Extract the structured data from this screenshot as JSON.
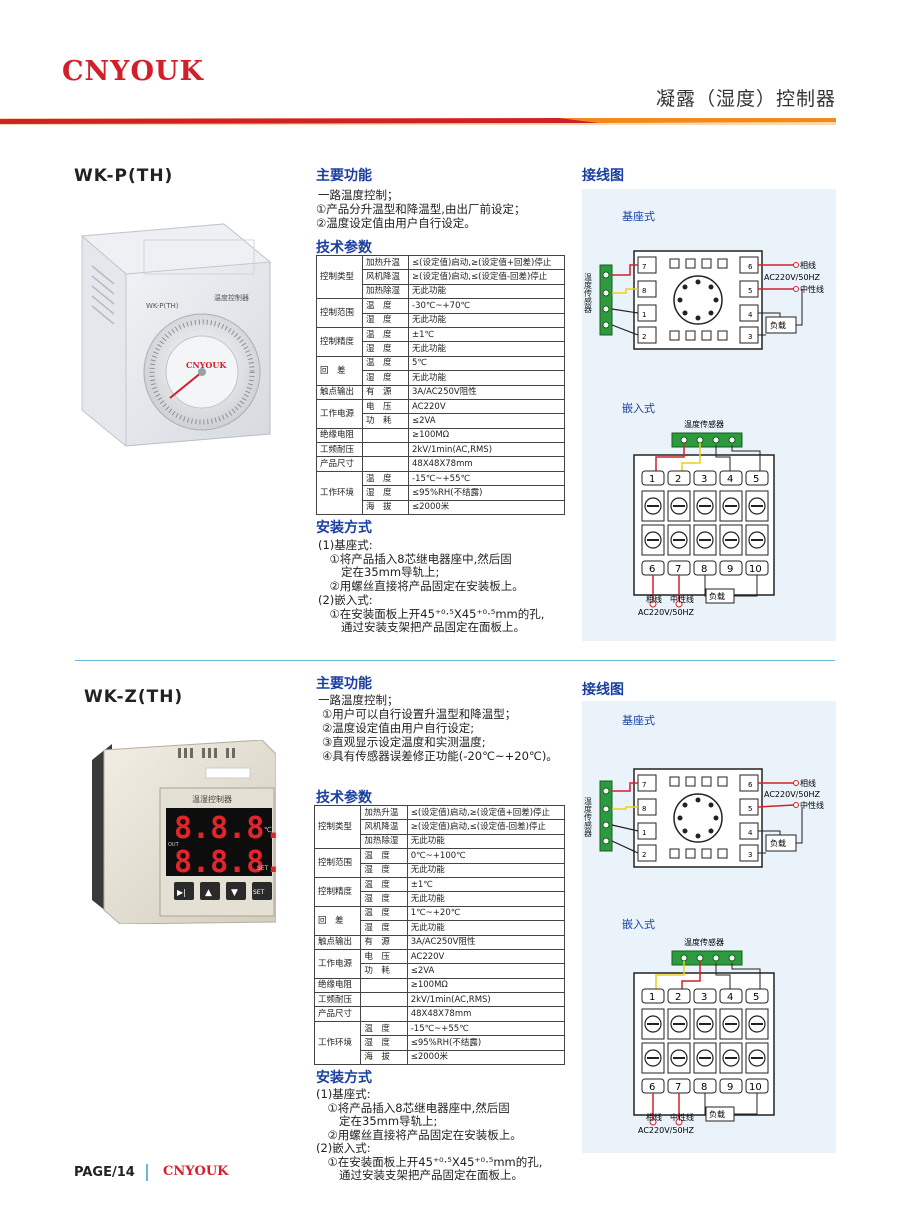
{
  "header": {
    "brand": "CNYOUK",
    "title": "凝露（湿度）控制器"
  },
  "colors": {
    "brand_red": "#d2202a",
    "heading_blue": "#1a3fa0",
    "panel_bg": "#e9f3f9",
    "rule_orange": "#f08a1a"
  },
  "products": [
    {
      "model": "WK-P(TH)",
      "functions_heading": "主要功能",
      "functions": [
        "一路温度控制；",
        "①产品分升温型和降温型,由出厂前设定；",
        "②温度设定值由用户自行设定。"
      ],
      "specs_heading": "技术参数",
      "specs": [
        {
          "cat": "控制类型",
          "sub": "加热升温",
          "val": "≤(设定值)启动,≥(设定值+回差)停止"
        },
        {
          "cat": "",
          "sub": "风机降温",
          "val": "≥(设定值)启动,≤(设定值-回差)停止"
        },
        {
          "cat": "",
          "sub": "加热除湿",
          "val": "无此功能"
        },
        {
          "cat": "控制范围",
          "sub": "温　度",
          "val": "-30℃~+70℃"
        },
        {
          "cat": "",
          "sub": "湿　度",
          "val": "无此功能"
        },
        {
          "cat": "控制精度",
          "sub": "温　度",
          "val": "±1℃"
        },
        {
          "cat": "",
          "sub": "湿　度",
          "val": "无此功能"
        },
        {
          "cat": "回　差",
          "sub": "温　度",
          "val": "5℃"
        },
        {
          "cat": "",
          "sub": "湿　度",
          "val": "无此功能"
        },
        {
          "cat": "触点输出",
          "sub": "有　源",
          "val": "3A/AC250V阻性"
        },
        {
          "cat": "工作电源",
          "sub": "电　压",
          "val": "AC220V"
        },
        {
          "cat": "",
          "sub": "功　耗",
          "val": "≤2VA"
        },
        {
          "cat": "绝缘电阻",
          "sub": "",
          "val": "≥100MΩ"
        },
        {
          "cat": "工频耐压",
          "sub": "",
          "val": "2kV/1min(AC,RMS)"
        },
        {
          "cat": "产品尺寸",
          "sub": "",
          "val": "48X48X78mm"
        },
        {
          "cat": "工作环境",
          "sub": "温　度",
          "val": "-15℃~+55℃"
        },
        {
          "cat": "",
          "sub": "湿　度",
          "val": "≤95%RH(不结露)"
        },
        {
          "cat": "",
          "sub": "海　拔",
          "val": "≤2000米"
        }
      ],
      "install_heading": "安装方式",
      "install": [
        "(1)基座式:",
        "　①将产品插入8芯继电器座中,然后固",
        "　　定在35mm导轨上;",
        "　②用螺丝直接将产品固定在安装板上。",
        "(2)嵌入式:",
        "　①在安装面板上开45⁺⁰·⁵X45⁺⁰·⁵mm的孔,",
        "　　通过安装支架把产品固定在面板上。"
      ],
      "device_text": {
        "model": "WK-P(TH)",
        "label": "温度控制器",
        "brand": "CNYOUK"
      }
    },
    {
      "model": "WK-Z(TH)",
      "functions_heading": "主要功能",
      "functions": [
        "一路温度控制；",
        "①用户可以自行设置升温型和降温型；",
        "②温度设定值由用户自行设定;",
        "③直观显示设定温度和实测温度;",
        "④具有传感器误差修正功能(-20℃~+20℃)。"
      ],
      "specs_heading": "技术参数",
      "specs": [
        {
          "cat": "控制类型",
          "sub": "加热升温",
          "val": "≤(设定值)启动,≥(设定值+回差)停止"
        },
        {
          "cat": "",
          "sub": "风机降温",
          "val": "≥(设定值)启动,≤(设定值-回差)停止"
        },
        {
          "cat": "",
          "sub": "加热除湿",
          "val": "无此功能"
        },
        {
          "cat": "控制范围",
          "sub": "温　度",
          "val": "0℃~+100℃"
        },
        {
          "cat": "",
          "sub": "湿　度",
          "val": "无此功能"
        },
        {
          "cat": "控制精度",
          "sub": "温　度",
          "val": "±1℃"
        },
        {
          "cat": "",
          "sub": "湿　度",
          "val": "无此功能"
        },
        {
          "cat": "回　差",
          "sub": "温　度",
          "val": "1℃~+20℃"
        },
        {
          "cat": "",
          "sub": "湿　度",
          "val": "无此功能"
        },
        {
          "cat": "触点输出",
          "sub": "有　源",
          "val": "3A/AC250V阻性"
        },
        {
          "cat": "工作电源",
          "sub": "电　压",
          "val": "AC220V"
        },
        {
          "cat": "",
          "sub": "功　耗",
          "val": "≤2VA"
        },
        {
          "cat": "绝缘电阻",
          "sub": "",
          "val": "≥100MΩ"
        },
        {
          "cat": "工频耐压",
          "sub": "",
          "val": "2kV/1min(AC,RMS)"
        },
        {
          "cat": "产品尺寸",
          "sub": "",
          "val": "48X48X78mm"
        },
        {
          "cat": "工作环境",
          "sub": "温　度",
          "val": "-15℃~+55℃"
        },
        {
          "cat": "",
          "sub": "湿　度",
          "val": "≤95%RH(不结露)"
        },
        {
          "cat": "",
          "sub": "海　拔",
          "val": "≤2000米"
        }
      ],
      "install_heading": "安装方式",
      "install": [
        "(1)基座式:",
        "　①将产品插入8芯继电器座中,然后固",
        "　　定在35mm导轨上;",
        "　②用螺丝直接将产品固定在安装板上。",
        "(2)嵌入式:",
        "　①在安装面板上开45⁺⁰·⁵X45⁺⁰·⁵mm的孔,",
        "　　通过安装支架把产品固定在面板上。"
      ],
      "device_text": {
        "label": "温湿控制器",
        "display_top": "8.8.8.",
        "display_bottom": "8.8.8.",
        "out": "OUT",
        "set_label": "SET",
        "unit": "℃",
        "buttons": [
          "▶|",
          "▲",
          "▼",
          "SET"
        ]
      }
    }
  ],
  "wiring": {
    "heading": "接线图",
    "base_title": "基座式",
    "embed_title": "嵌入式",
    "sensor_label_vertical": "温度传感器",
    "sensor_label": "温度传感器",
    "live": "相线",
    "ac": "AC220V/50HZ",
    "neutral": "中性线",
    "load": "负载",
    "neutral_short": "中性线",
    "ac_bottom": "AC220V/50HZ",
    "terminals_top": [
      "1",
      "2",
      "3",
      "4",
      "5"
    ],
    "terminals_bottom": [
      "6",
      "7",
      "8",
      "9",
      "10"
    ],
    "base_pins_left": [
      "7",
      "8",
      "1",
      "2"
    ],
    "base_pins_right": [
      "6",
      "5",
      "4",
      "3"
    ]
  },
  "footer": {
    "page": "PAGE/14",
    "brand": "CNYOUK"
  }
}
